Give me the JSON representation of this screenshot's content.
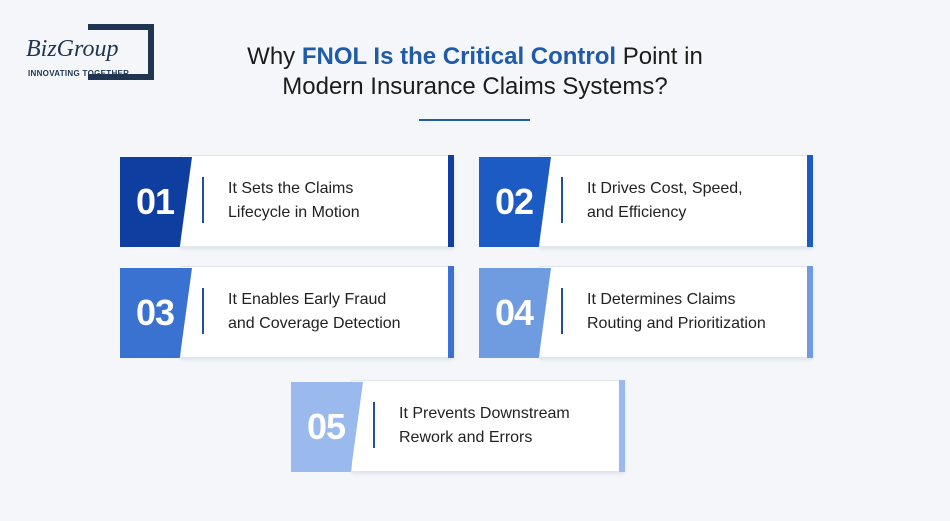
{
  "logo": {
    "name": "BizGroup",
    "tagline": "INNOVATING TOGETHER"
  },
  "title": {
    "prefix": "Why ",
    "highlight": "FNOL Is the Critical Control",
    "suffix": " Point in",
    "line2": "Modern Insurance Claims Systems?"
  },
  "colors": {
    "accent": "#1f5ba8",
    "card1": "#0d3ea0",
    "card2": "#1c5ac4",
    "card3": "#3a72d2",
    "card4": "#6f9be0",
    "card5": "#9ab9ec"
  },
  "cards": [
    {
      "number": "01",
      "line1": "It Sets the Claims",
      "line2": "Lifecycle in Motion"
    },
    {
      "number": "02",
      "line1": "It Drives Cost, Speed,",
      "line2": "and Efficiency"
    },
    {
      "number": "03",
      "line1": "It Enables Early Fraud",
      "line2": "and Coverage Detection"
    },
    {
      "number": "04",
      "line1": "It Determines Claims",
      "line2": "Routing and Prioritization"
    },
    {
      "number": "05",
      "line1": "It Prevents Downstream",
      "line2": "Rework and Errors"
    }
  ]
}
